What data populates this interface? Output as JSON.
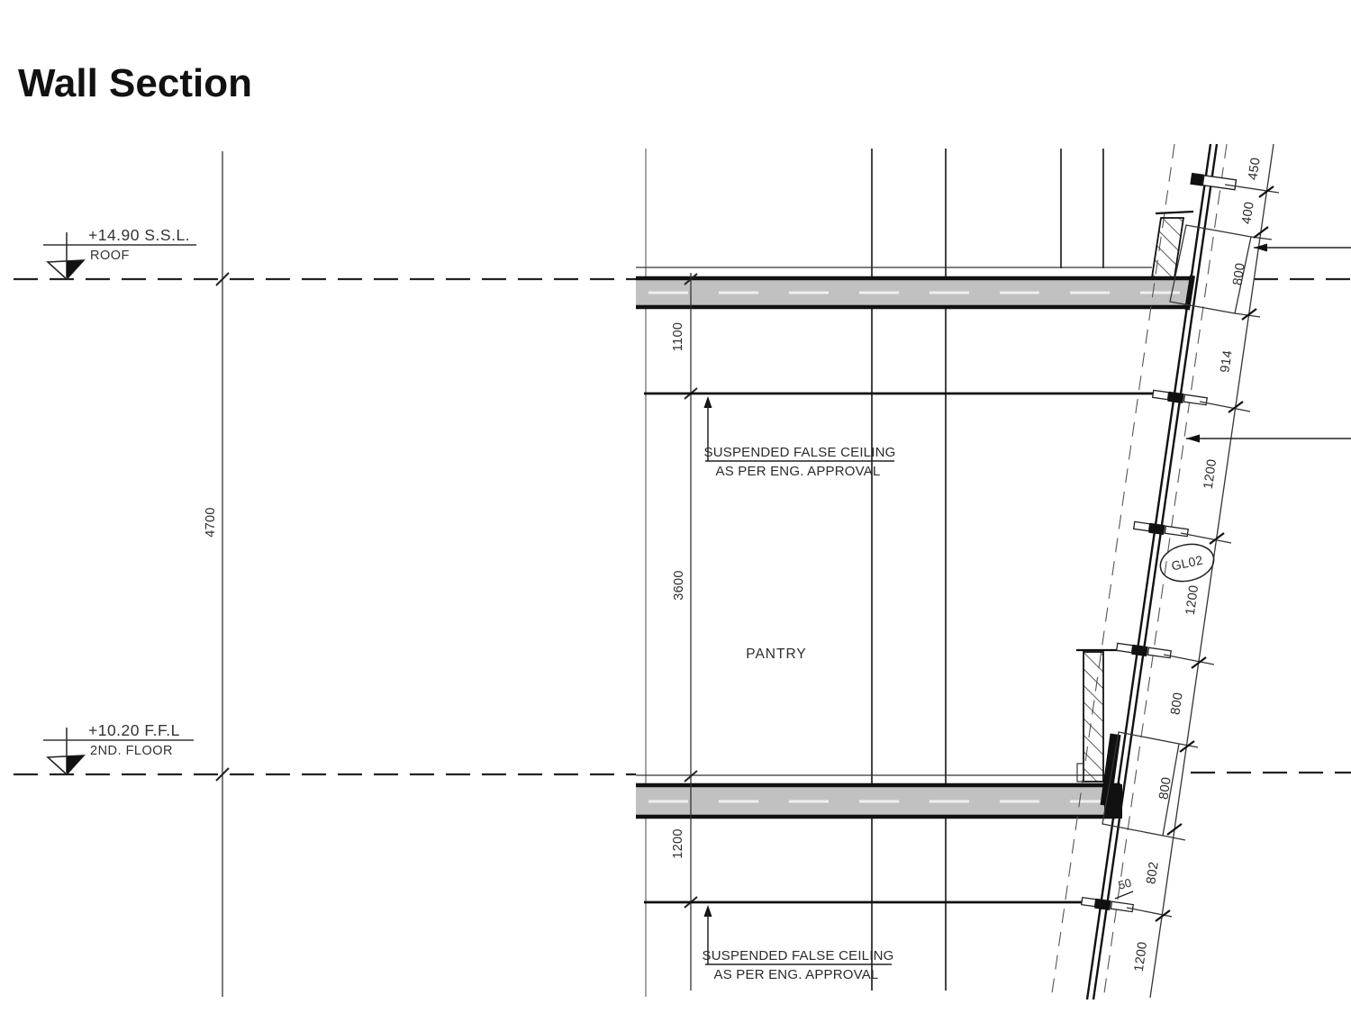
{
  "title": "Wall Section",
  "levels": {
    "roof": {
      "elevation": "+14.90  S.S.L.",
      "name": "ROOF"
    },
    "second_floor": {
      "elevation": "+10.20  F.F.L",
      "name": "2ND.  FLOOR"
    }
  },
  "room_label": "PANTRY",
  "glass_tag": "GL02",
  "ceiling_note": {
    "line1": "SUSPENDED FALSE CEILING",
    "line2": "AS PER ENG. APPROVAL"
  },
  "dims_vertical": {
    "overall": "4700",
    "roof_to_ceiling": "1100",
    "ceiling_to_floor": "3600",
    "slab_to_ceiling": "1200"
  },
  "dims_facade": [
    "450",
    "400",
    "800",
    "914",
    "1200",
    "1200",
    "800",
    "800",
    "802",
    "1200"
  ],
  "dim_small": "50",
  "colors": {
    "line": "#222222",
    "slab_fill": "#c1c1c1"
  }
}
